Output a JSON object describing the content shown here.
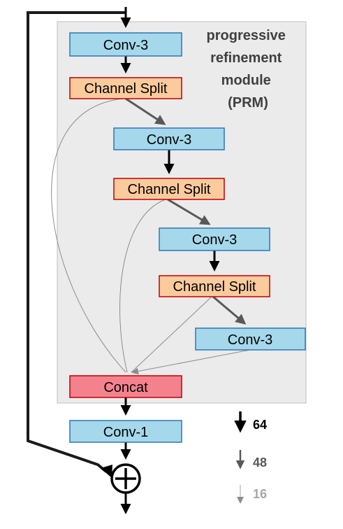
{
  "module_title": [
    "progressive",
    "refinement",
    "module",
    "(PRM)"
  ],
  "boxes": {
    "conv3_a": "Conv-3",
    "split_a": "Channel Split",
    "conv3_b": "Conv-3",
    "split_b": "Channel Split",
    "conv3_c": "Conv-3",
    "split_c": "Channel Split",
    "conv3_d": "Conv-3",
    "concat": "Concat",
    "conv1": "Conv-1"
  },
  "legend": [
    {
      "label": "64",
      "color": "#000000"
    },
    {
      "label": "48",
      "color": "#595959"
    },
    {
      "label": "16",
      "color": "#a6a6a6"
    }
  ],
  "colors": {
    "module_bg": "#ebebec",
    "conv_fill": "#a5d8ea",
    "conv_stroke": "#2e75b6",
    "split_fill": "#fbcb9d",
    "split_stroke": "#c00000",
    "concat_fill": "#f4828e",
    "concat_stroke": "#c00000"
  }
}
